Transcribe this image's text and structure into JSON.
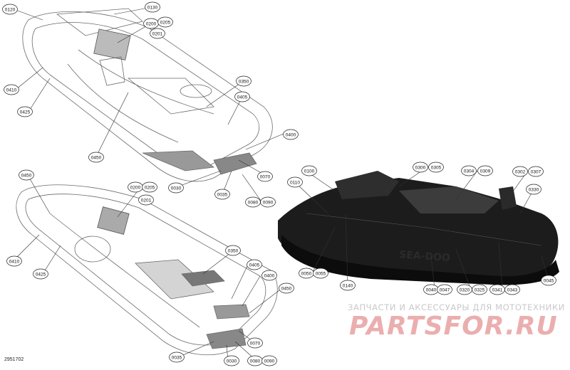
{
  "figure_id": "2951702",
  "watermark": {
    "tagline": "ЗАПЧАСТИ И АКСЕССУАРЫ ДЛЯ МОТОТЕХНИКИ",
    "logo": "PARTSFOR.RU"
  },
  "callouts": {
    "top_view": [
      "0120",
      "0130",
      "0200",
      "0205",
      "0201",
      "0410",
      "0425",
      "0350",
      "0405",
      "0400",
      "0450",
      "0070",
      "0030",
      "0035",
      "0080",
      "0090"
    ],
    "bottom_view": [
      "0450",
      "0200",
      "0205",
      "0201",
      "0410",
      "0425",
      "0350",
      "0405",
      "0400",
      "0450",
      "0070",
      "0035",
      "0030",
      "0080",
      "0090"
    ],
    "black_craft": [
      "0100",
      "0110",
      "0300",
      "0305",
      "0304",
      "0309",
      "0302",
      "0307",
      "0330",
      "0050",
      "0055",
      "0140",
      "0040",
      "0047",
      "0320",
      "0325",
      "0341",
      "0343",
      "0045"
    ]
  }
}
